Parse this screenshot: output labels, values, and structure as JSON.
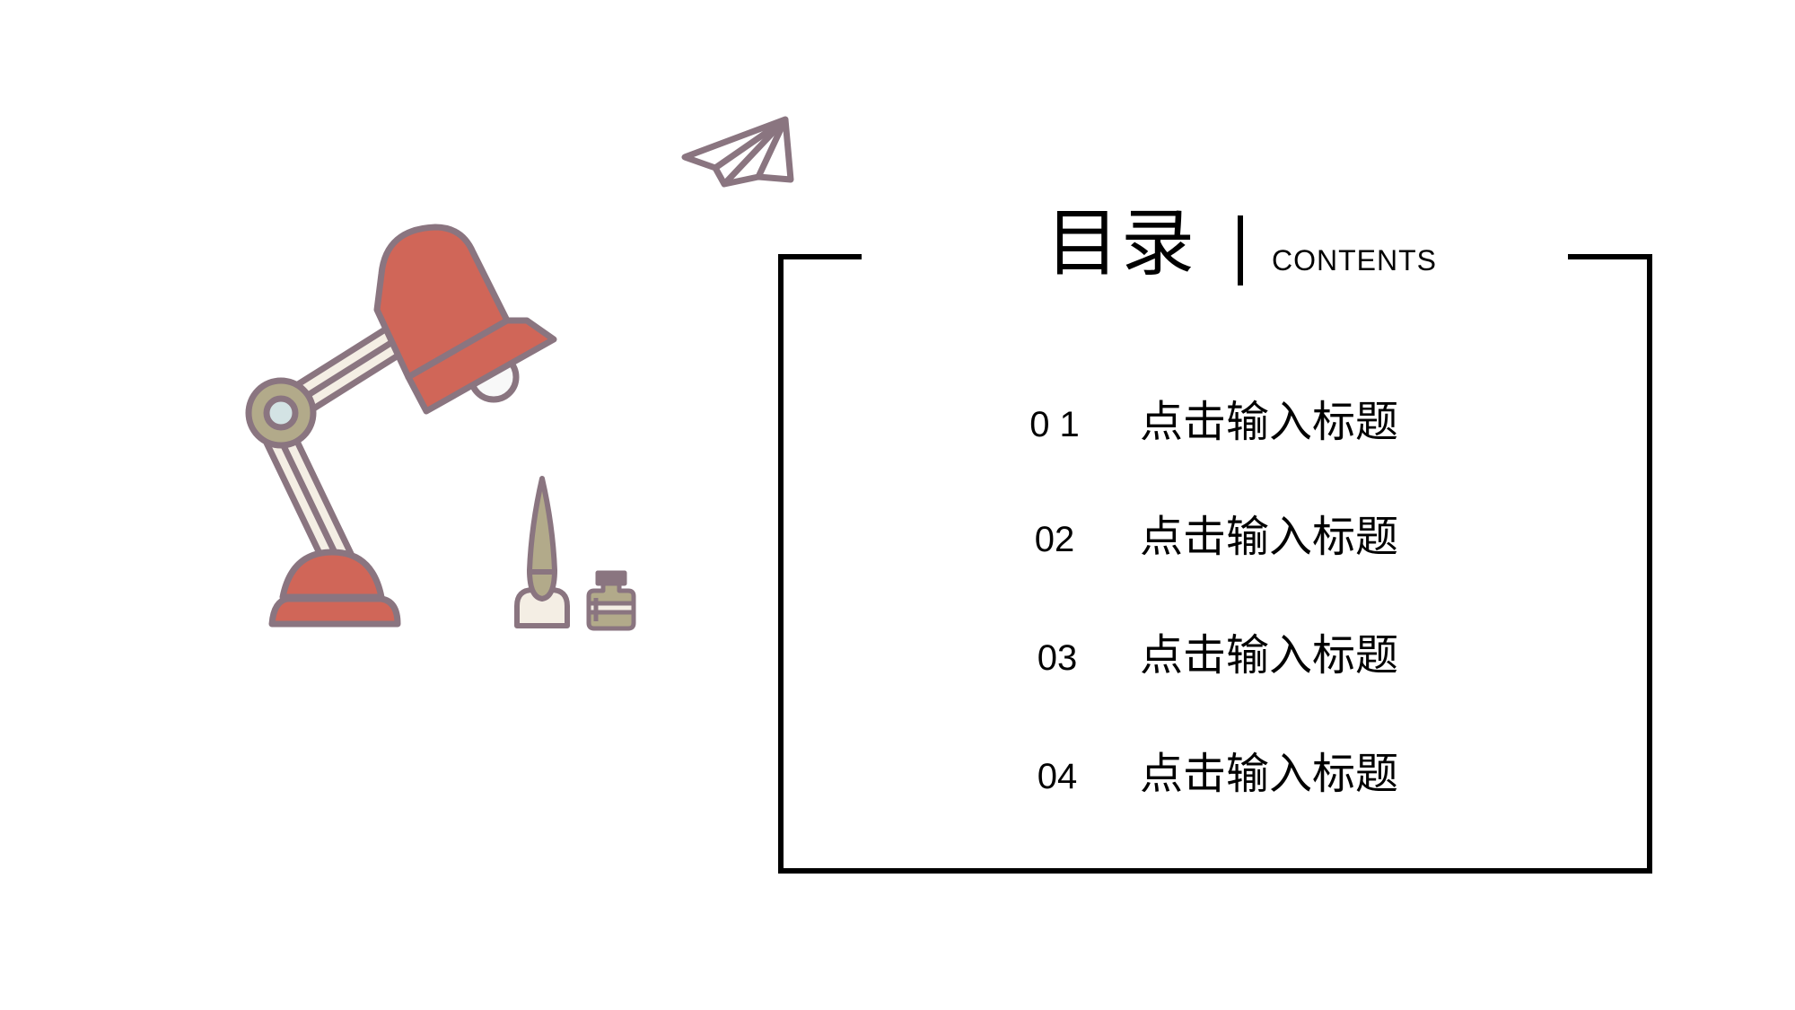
{
  "slide": {
    "title": "目录",
    "subtitle": "CONTENTS",
    "items": [
      {
        "number": "0 1",
        "label": "点击输入标题"
      },
      {
        "number": "02",
        "label": "点击输入标题"
      },
      {
        "number": "03",
        "label": "点击输入标题"
      },
      {
        "number": "04",
        "label": "点击输入标题"
      }
    ]
  },
  "illustrations": [
    "desk-lamp-icon",
    "paper-plane-icon",
    "ink-brush-icon",
    "ink-bottle-icon"
  ],
  "colors": {
    "outline": "#8a7580",
    "lamp_red": "#d06658",
    "cream": "#f4eee4",
    "khaki": "#b2aa8a",
    "lens_blue": "#d3e3e4",
    "frame": "#000000"
  }
}
